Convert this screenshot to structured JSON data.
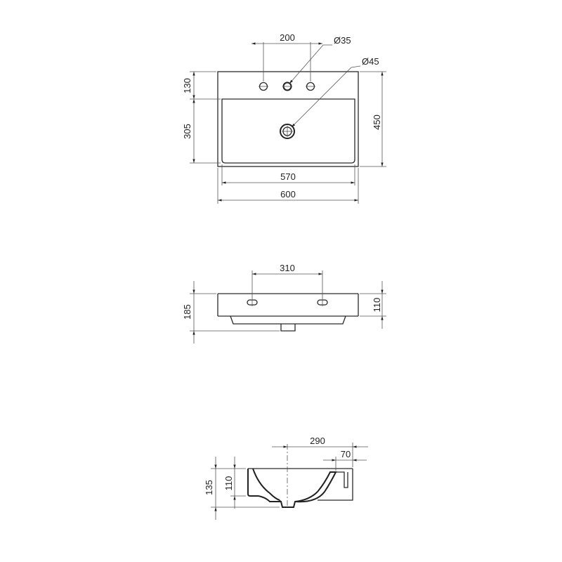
{
  "views": {
    "top": {
      "dim_holes_spacing": "200",
      "dim_hole_diameter": "Ø35",
      "dim_drain_diameter": "Ø45",
      "dim_back_depth": "130",
      "dim_bowl_depth": "305",
      "dim_total_depth": "450",
      "dim_bowl_width": "570",
      "dim_total_width": "600"
    },
    "front": {
      "dim_overflow_spacing": "310",
      "dim_total_height": "185",
      "dim_body_height": "110"
    },
    "side": {
      "dim_drain_offset": "290",
      "dim_rim_width": "70",
      "dim_outer_height": "135",
      "dim_inner_height": "110"
    }
  }
}
